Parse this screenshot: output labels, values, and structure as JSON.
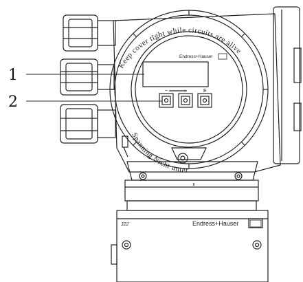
{
  "callouts": [
    {
      "number": "1"
    },
    {
      "number": "2"
    }
  ],
  "display_brand": "Endress+Hauser",
  "housing_brand": "Endress+Hauser",
  "housing_code": "J22",
  "ring_text_top": "Keep cover tight while circuits are alive",
  "ring_text_bottom": "Spanning Nicht unter",
  "key_labels": [
    "−",
    "+",
    "E"
  ],
  "colors": {
    "line": "#222222",
    "paper": "#ffffff",
    "display": "#ffffff"
  }
}
